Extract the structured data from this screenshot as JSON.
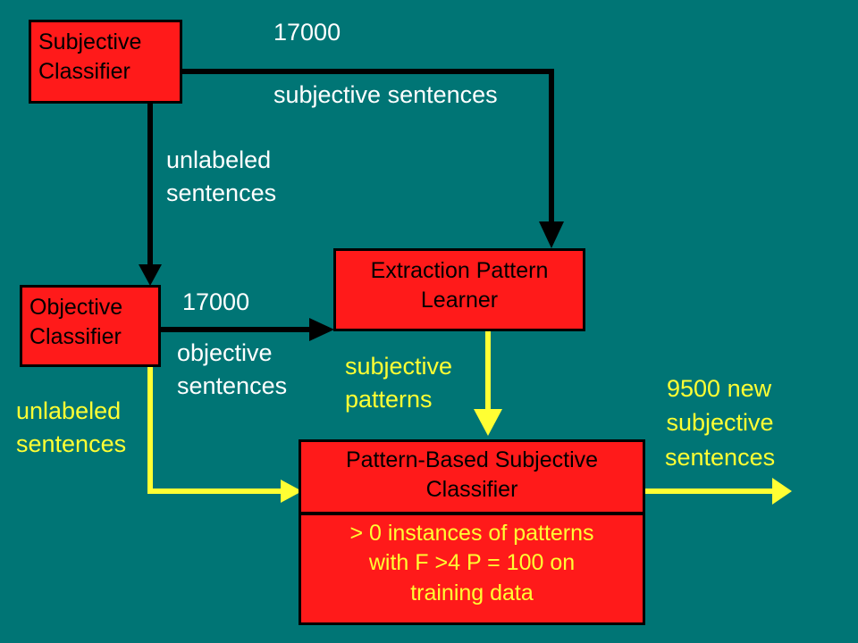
{
  "boxes": {
    "subjective_classifier": [
      "Subjective",
      "Classifier"
    ],
    "objective_classifier": [
      "Objective",
      "Classifier"
    ],
    "extraction_learner": [
      "Extraction Pattern",
      "Learner"
    ],
    "pattern_classifier": [
      "Pattern-Based Subjective",
      "Classifier"
    ],
    "criteria": [
      "> 0 instances of patterns",
      "with F >4   P = 100 on",
      "training data"
    ]
  },
  "labels": {
    "top_count": "17000",
    "top_desc": "subjective sentences",
    "unlabeled_upper": [
      "unlabeled",
      "sentences"
    ],
    "mid_count": "17000",
    "mid_desc": [
      "objective",
      "sentences"
    ],
    "subjective_patterns": [
      "subjective",
      "patterns"
    ],
    "unlabeled_lower": [
      "unlabeled",
      "sentences"
    ],
    "output": [
      "9500 new",
      "subjective",
      "sentences"
    ]
  },
  "colors": {
    "background": "#007575",
    "box_fill": "#ff1a1a",
    "box_text": "#000000",
    "white_text": "#ffffff",
    "yellow": "#ffff33",
    "black_arrow": "#000000"
  }
}
